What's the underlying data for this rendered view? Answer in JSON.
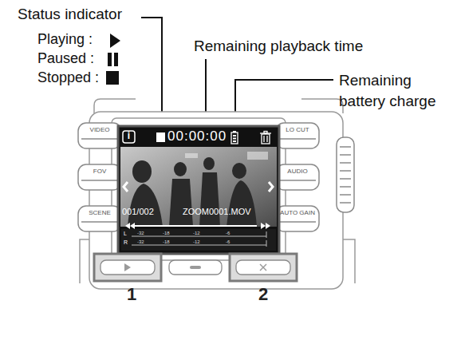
{
  "diagram": {
    "labels": [
      "Status indicator",
      "Playing :",
      "Paused :",
      "Stopped :",
      "Remaining playback time",
      "Remaining battery charge",
      "VIDEO",
      "FOV",
      "SCENE",
      "LO CUT",
      "AUDIO",
      "AUTO GAIN",
      "i",
      "00:00:00",
      "001/002",
      "ZOOM0001.MOV",
      "L",
      "R",
      "-32",
      "-18",
      "-12",
      "-6",
      "-32",
      "-18",
      "-12",
      "-6",
      "1",
      "2"
    ]
  }
}
